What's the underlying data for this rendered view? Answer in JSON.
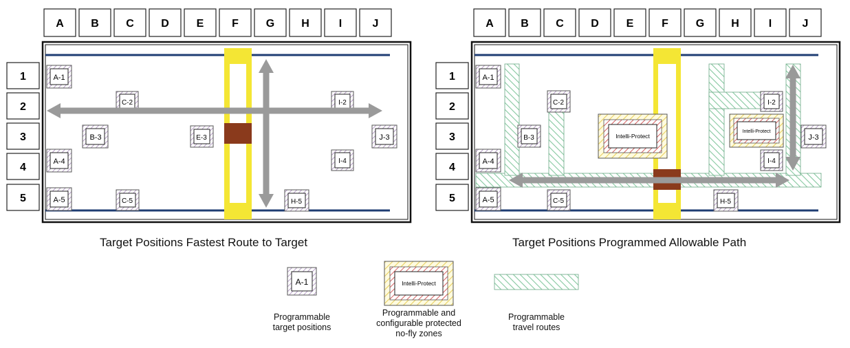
{
  "columns": [
    "A",
    "B",
    "C",
    "D",
    "E",
    "F",
    "G",
    "H",
    "I",
    "J"
  ],
  "rows": [
    "1",
    "2",
    "3",
    "4",
    "5"
  ],
  "left_panel": {
    "caption": "Target Positions Fastest Route to Target",
    "targets": [
      "A-1",
      "C-2",
      "I-2",
      "B-3",
      "E-3",
      "J-3",
      "A-4",
      "I-4",
      "A-5",
      "C-5",
      "H-5"
    ]
  },
  "right_panel": {
    "caption": "Target Positions Programmed Allowable Path",
    "targets": [
      "A-1",
      "C-2",
      "I-2",
      "B-3",
      "J-3",
      "A-4",
      "I-4",
      "A-5",
      "C-5",
      "H-5"
    ],
    "zones": [
      "Intelli-Protect",
      "Intelli-Protect"
    ]
  },
  "legend": {
    "target_sample": "A-1",
    "target_label": "Programmable\ntarget positions",
    "zone_sample": "Intelli-Protect",
    "zone_label": "Programmable and\nconfigurable protected\nno-fly zones",
    "route_label": "Programmable\ntravel routes"
  },
  "colors": {
    "rail": "#1f3d73",
    "gantry": "#f4e634",
    "carriage": "#8a3a1c",
    "arrow": "#9a9a9a",
    "route_stripe": "#86c8a0",
    "zone_stripe_outer": "#e8d060",
    "zone_stripe_inner": "#d46060",
    "target_stripe": "#b8a0c8"
  }
}
